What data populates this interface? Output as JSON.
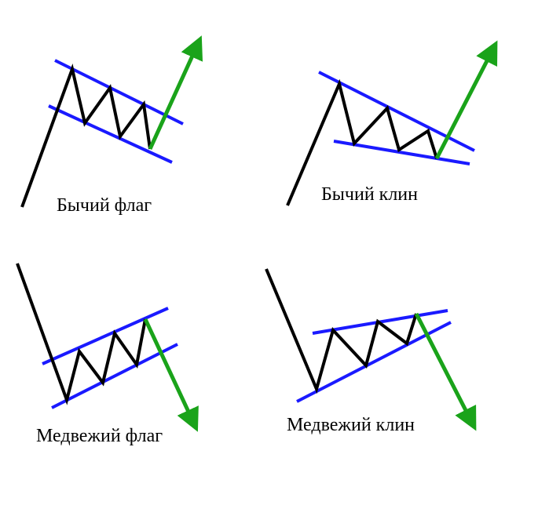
{
  "colors": {
    "background": "#ffffff",
    "price": "#000000",
    "trendline": "#1a1aff",
    "breakout": "#1aa31a"
  },
  "patterns": [
    {
      "id": "bull-flag",
      "label": "Бычий флаг"
    },
    {
      "id": "bull-wedge",
      "label": "Бычий клин"
    },
    {
      "id": "bear-flag",
      "label": "Медвежий флаг"
    },
    {
      "id": "bear-wedge",
      "label": "Медвежий клин"
    }
  ]
}
